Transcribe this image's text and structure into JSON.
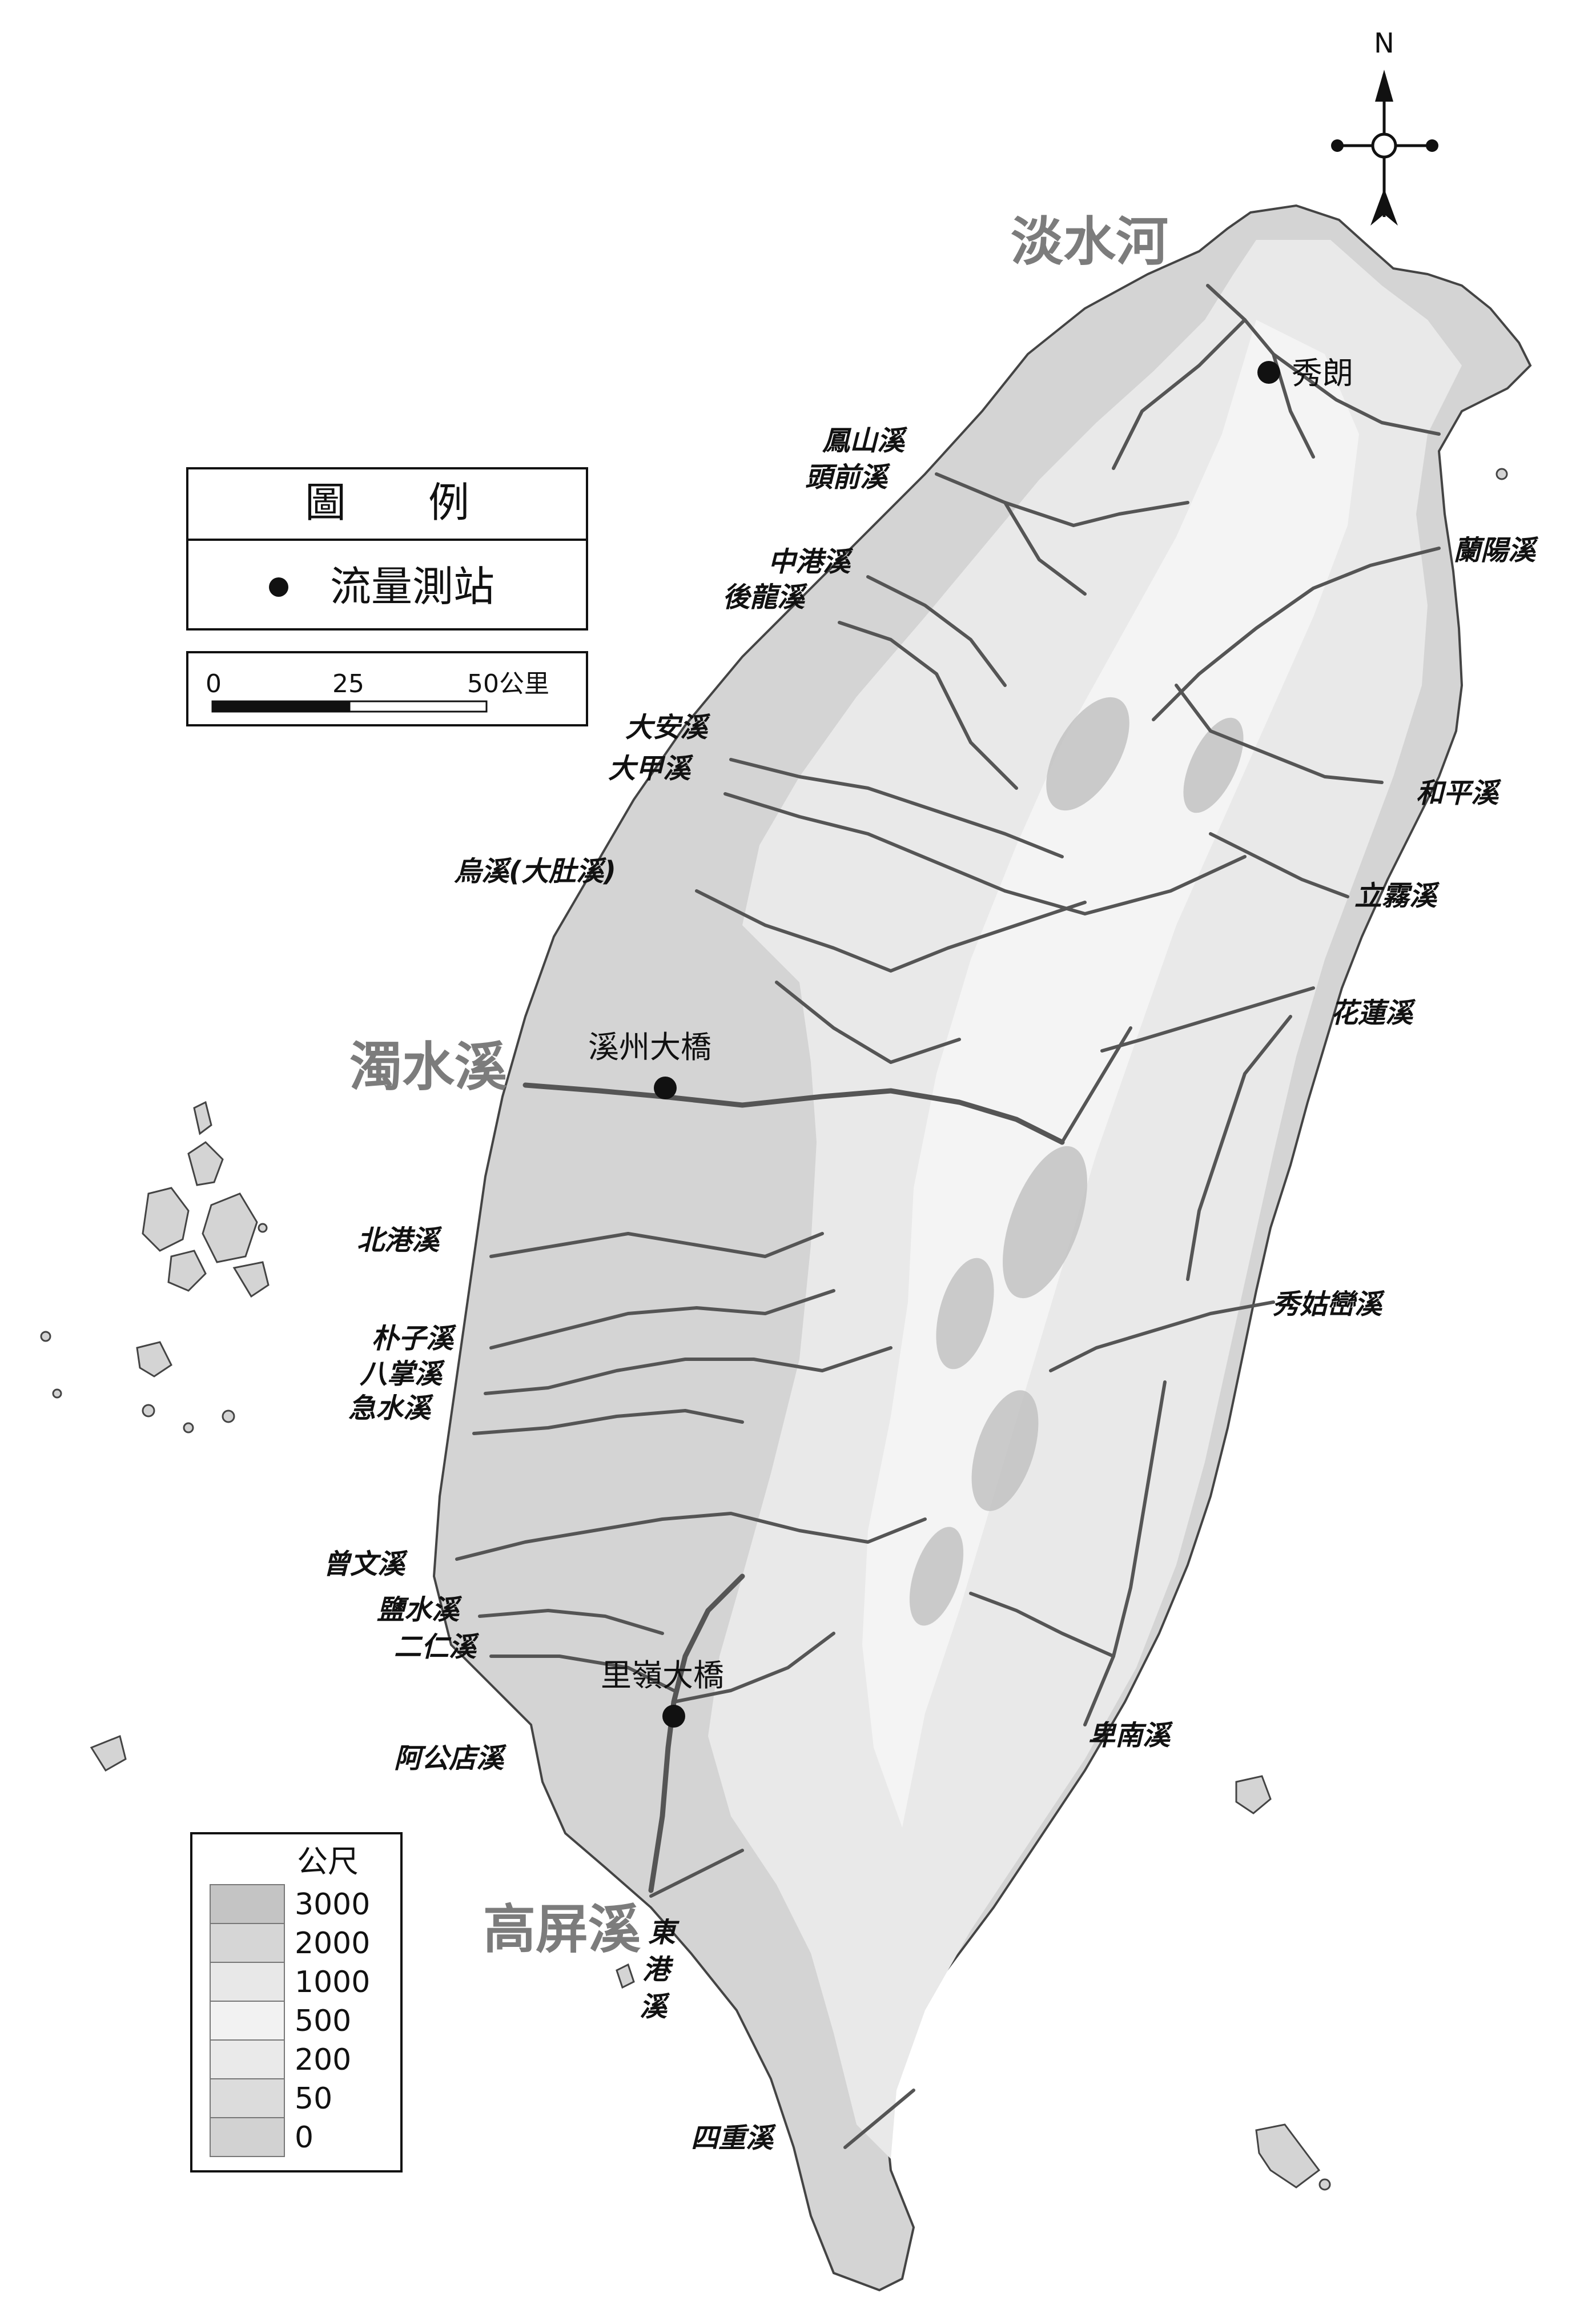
{
  "compass": {
    "north": "N"
  },
  "legend": {
    "title": "圖　　例",
    "station_label": "流量測站"
  },
  "scale": {
    "ticks": [
      "0",
      "25",
      "50公里"
    ]
  },
  "elevation": {
    "unit": "公尺",
    "levels": [
      {
        "label": "3000",
        "color": "#c4c4c4"
      },
      {
        "label": "2000",
        "color": "#d6d6d6"
      },
      {
        "label": "1000",
        "color": "#e8e8e8"
      },
      {
        "label": "500",
        "color": "#f2f2f2"
      },
      {
        "label": "200",
        "color": "#eaeaea"
      },
      {
        "label": "50",
        "color": "#dcdcdc"
      },
      {
        "label": "0",
        "color": "#d2d2d2"
      }
    ]
  },
  "major_rivers": [
    "淡水河",
    "濁水溪",
    "高屏溪"
  ],
  "stations": [
    "秀朗",
    "溪州大橋",
    "里嶺大橋"
  ],
  "rivers": {
    "fengshan": "鳳山溪",
    "touqian": "頭前溪",
    "zhonggang": "中港溪",
    "houlong": "後龍溪",
    "daan": "大安溪",
    "dajia": "大甲溪",
    "wu": "烏溪(大肚溪)",
    "beigang": "北港溪",
    "puzi": "朴子溪",
    "bazhang": "八掌溪",
    "jishui": "急水溪",
    "zengwen": "曾文溪",
    "yanshui": "鹽水溪",
    "erren": "二仁溪",
    "agongdian": "阿公店溪",
    "donggang_1": "東",
    "donggang_2": "港",
    "donggang_3": "溪",
    "sichong": "四重溪",
    "lanyang": "蘭陽溪",
    "heping": "和平溪",
    "liwu": "立霧溪",
    "hualien": "花蓮溪",
    "xiuguluan": "秀姑巒溪",
    "beinan": "卑南溪"
  },
  "colors": {
    "plain": "#d4d4d4",
    "hills": "#e9e9e9",
    "mountain": "#f4f4f4",
    "peak": "#bdbdbd",
    "river": "#555555",
    "coast": "#444444"
  }
}
